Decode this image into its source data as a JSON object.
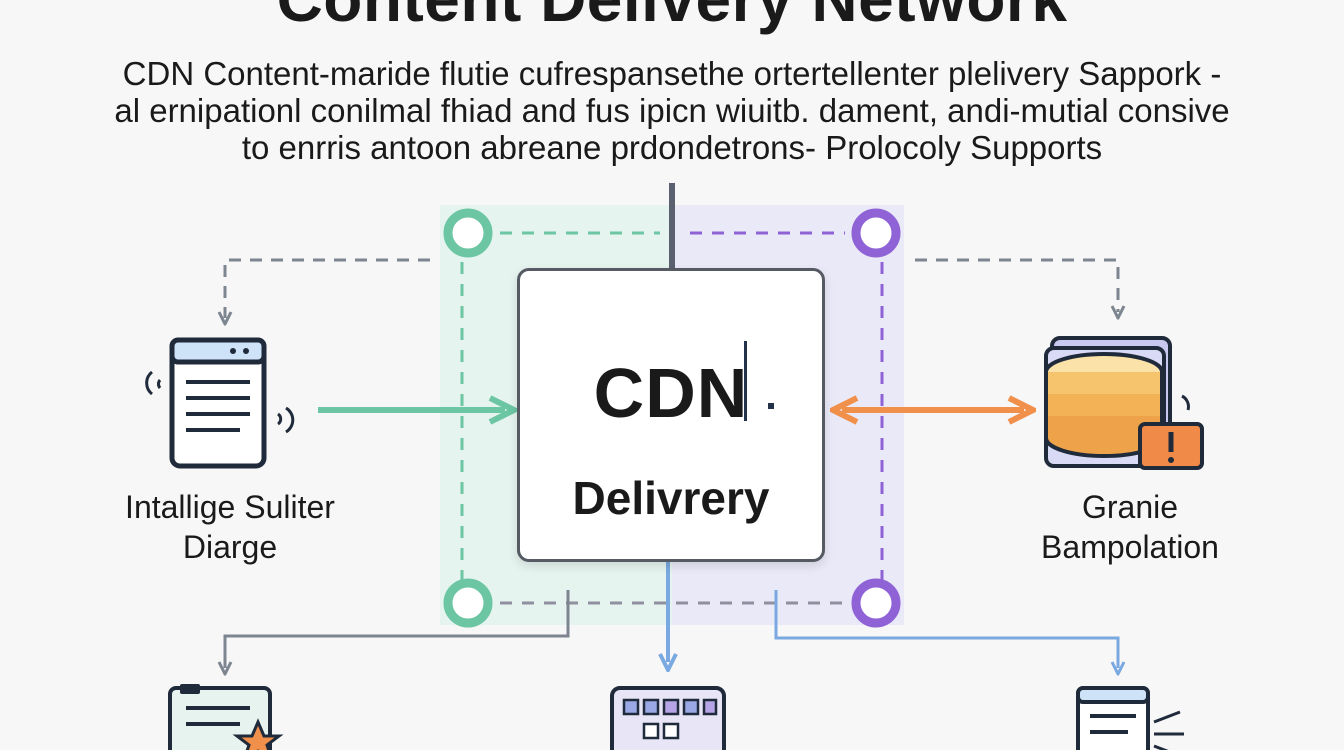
{
  "heading": "Content Delivery Network",
  "intro_lines": [
    "CDN Content-maride flutie cufrespansethe ortertellenter plelivery Sappork -",
    "al ernipationl conilmal fhiad and fus ipicn wiuitb. dament, andi-mutial consive",
    "to enrris antoon abreane prdondetrons- Prolocoly Supports"
  ],
  "center_node": {
    "title": "CDN",
    "subtitle": "Delivrery"
  },
  "left_node": {
    "label_lines": [
      "Intallige Suliter",
      "Diarge"
    ],
    "icon": "browser-document-icon"
  },
  "right_node": {
    "label_lines": [
      "Granie",
      "Bampolation"
    ],
    "icon": "database-warning-icon"
  },
  "bottom_nodes": [
    {
      "icon": "document-star-icon"
    },
    {
      "icon": "grid-panel-icon"
    },
    {
      "icon": "browser-speed-icon"
    }
  ],
  "colors": {
    "green_accent": "#6cc6a4",
    "purple_accent": "#8f63d6",
    "orange_accent": "#f0904a",
    "blue_accent": "#7aa8e0",
    "gray_line": "#7d8590"
  }
}
